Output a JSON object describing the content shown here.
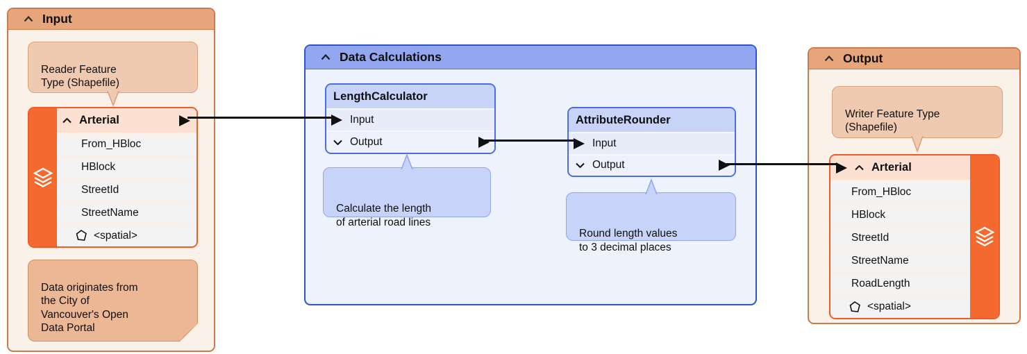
{
  "colors": {
    "orange_bookmark_header": "#e7a57b",
    "orange_bookmark_border": "#c97c49",
    "orange_bookmark_body": "#faf2e9",
    "feature_node_border": "#ee5b28",
    "feature_node_sidebar": "#f4692d",
    "feature_node_header_bg": "#fce1d2",
    "feature_row_bg": "#f3f3f4",
    "tan_annotation_bg": "#f0cab0",
    "tan_annotation_border": "#dba078",
    "note_bg": "#ebb795",
    "note_border": "#cf9164",
    "blue_bookmark_header": "#92a7ef",
    "blue_bookmark_border": "#2e52d3",
    "blue_bookmark_body": "#edf2fd",
    "transformer_border": "#4a6de2",
    "transformer_header_bg": "#c8d3f8",
    "blue_annotation_bg": "#c7d3f8",
    "blue_annotation_border": "#8fa7ee",
    "wire": "#101010"
  },
  "icons": {
    "collapse": "chevron-up",
    "port_expand": "chevron-down",
    "port_arrow": "black-right-triangle",
    "feature_type": "layers-stack",
    "spatial": "polygon-outline"
  },
  "input_bookmark": {
    "title": "Input",
    "reader_annotation": "Reader Feature\nType (Shapefile)",
    "feature_type": {
      "name": "Arterial",
      "attributes": [
        "From_HBloc",
        "HBlock",
        "StreetId",
        "StreetName"
      ],
      "spatial": "<spatial>"
    },
    "note": "Data originates from\nthe City of\nVancouver's Open\nData Portal"
  },
  "calc_bookmark": {
    "title": "Data Calculations",
    "length_calculator": {
      "name": "LengthCalculator",
      "input_port": "Input",
      "output_port": "Output",
      "annotation": "Calculate the length\nof arterial road lines"
    },
    "attribute_rounder": {
      "name": "AttributeRounder",
      "input_port": "Input",
      "output_port": "Output",
      "annotation": "Round length values\nto 3 decimal places"
    }
  },
  "output_bookmark": {
    "title": "Output",
    "writer_annotation": "Writer Feature Type\n(Shapefile)",
    "feature_type": {
      "name": "Arterial",
      "attributes": [
        "From_HBloc",
        "HBlock",
        "StreetId",
        "StreetName",
        "RoadLength"
      ],
      "spatial": "<spatial>"
    }
  }
}
